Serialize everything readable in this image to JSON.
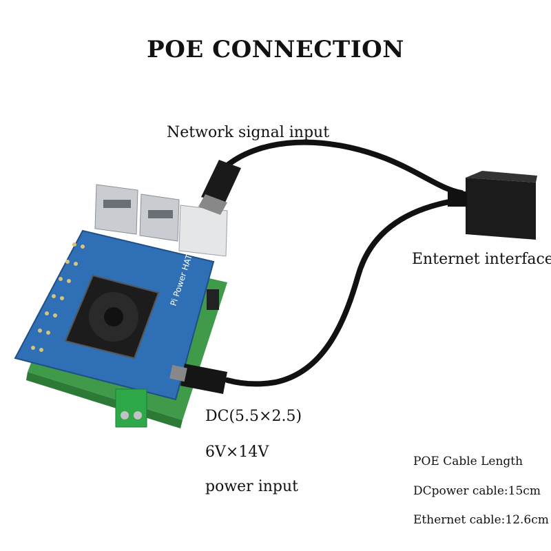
{
  "title": "POE CONNECTION",
  "labels": {
    "network_input": "Network signal input",
    "ethernet_interface": "Enternet interface",
    "dc_line1": "DC(5.5×2.5)",
    "dc_line2": "6V×14V",
    "dc_line3": "power input"
  },
  "cable_info": {
    "heading": "POE Cable Length",
    "dc_cable": "DCpower cable:15cm",
    "ethernet_cable": "Ethernet cable:12.6cm"
  },
  "board": {
    "name": "Pi Power HAT"
  },
  "colors": {
    "hat_blue": "#2f6fb5",
    "pcb_green": "#3f9a4a",
    "terminal_green": "#2fa84a",
    "cable_black": "#111111"
  }
}
